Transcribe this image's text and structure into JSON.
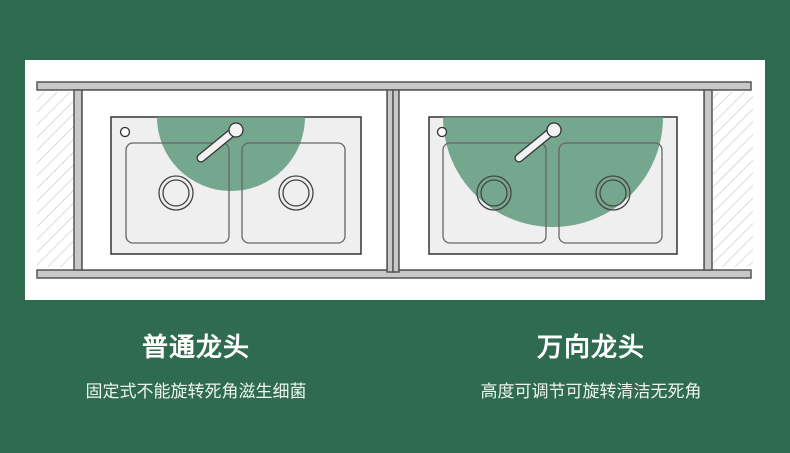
{
  "colors": {
    "background": "#2f6b4f",
    "panel": "#ffffff",
    "spray_area": "#5f9a7e",
    "line": "#555555",
    "sink_fill": "#efefef"
  },
  "captions": {
    "left": {
      "title": "普通龙头",
      "desc": "固定式不能旋转死角滋生细菌"
    },
    "right": {
      "title": "万向龙头",
      "desc": "高度可调节可旋转清洁无死角"
    }
  },
  "icons": {
    "faucet_left": "faucet-icon",
    "faucet_right": "faucet-icon"
  }
}
